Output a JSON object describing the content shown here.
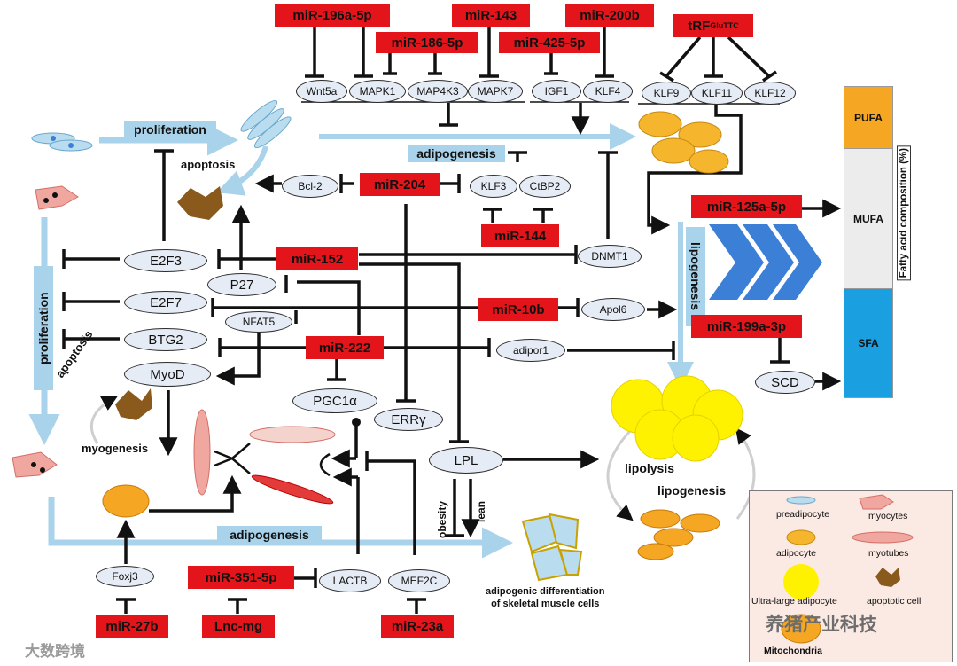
{
  "mirnas": {
    "mir196a": "miR-196a-5p",
    "mir143": "miR-143",
    "mir200b": "miR-200b",
    "mir186": "miR-186-5p",
    "mir425": "miR-425-5p",
    "trf_main": "tRF",
    "trf_sup": "GluTTC",
    "mir204": "miR-204",
    "mir144": "miR-144",
    "mir152": "miR-152",
    "mir10b": "miR-10b",
    "mir222": "miR-222",
    "mir125a": "miR-125a-5p",
    "mir199a": "miR-199a-3p",
    "mir351": "miR-351-5p",
    "mir27b": "miR-27b",
    "lncmg": "Lnc-mg",
    "mir23a": "miR-23a"
  },
  "genes": {
    "wnt5a": "Wnt5a",
    "mapk1": "MAPK1",
    "map4k3": "MAP4K3",
    "mapk7": "MAPK7",
    "igf1": "IGF1",
    "klf4": "KLF4",
    "klf9": "KLF9",
    "klf11": "KLF11",
    "klf12": "KLF12",
    "bcl2": "Bcl-2",
    "klf3": "KLF3",
    "ctbp2": "CtBP2",
    "dnmt1": "DNMT1",
    "e2f3": "E2F3",
    "p27": "P27",
    "e2f7": "E2F7",
    "nfat5": "NFAT5",
    "apol6": "Apol6",
    "btg2": "BTG2",
    "adipor1": "adipor1",
    "myod": "MyoD",
    "pgc1a": "PGC1α",
    "errg": "ERRγ",
    "scd": "SCD",
    "lpl": "LPL",
    "foxj3": "Foxj3",
    "lactb": "LACTB",
    "mef2c": "MEF2C"
  },
  "process_labels": {
    "proliferation_top": "proliferation",
    "apoptosis_top": "apoptosis",
    "adipogenesis_top": "adipogenesis",
    "lipogenesis_vertical": "lipogenesis",
    "proliferation_left": "proliferation",
    "apoptosis_left": "apoptosis",
    "myogenesis": "myogenesis",
    "adipogenesis_bottom": "adipogenesis",
    "obesity": "obesity",
    "lean": "lean",
    "lipolysis": "lipolysis",
    "lipogenesis_cycle": "lipogenesis",
    "adipogenic_diff": "adipogenic differentiation\nof skeletal muscle cells"
  },
  "fatty_acids": {
    "axis_title": "Fatty acid composition (%)",
    "segments": [
      {
        "label": "PUFA",
        "color": "#f5a623",
        "fraction": 0.2
      },
      {
        "label": "MUFA",
        "color": "#ececec",
        "fraction": 0.45
      },
      {
        "label": "SFA",
        "color": "#1a9fe0",
        "fraction": 0.35
      }
    ]
  },
  "legend": {
    "preadipocyte": "preadipocyte",
    "myocytes": "myocytes",
    "adipocyte": "adipocyte",
    "myotubes": "myotubes",
    "ultra": "Ultra-large adipocyte",
    "apoptotic": "apoptotic cell",
    "mito": "Mitochondria"
  },
  "watermarks": {
    "bottom_left": "大数跨境",
    "bottom_right": "养猪产业科技"
  },
  "colors": {
    "mirna": "#e3151a",
    "gene_fill": "#e6ecf5",
    "band": "#a9d3ea",
    "legend_bg": "#fbe9e3"
  }
}
